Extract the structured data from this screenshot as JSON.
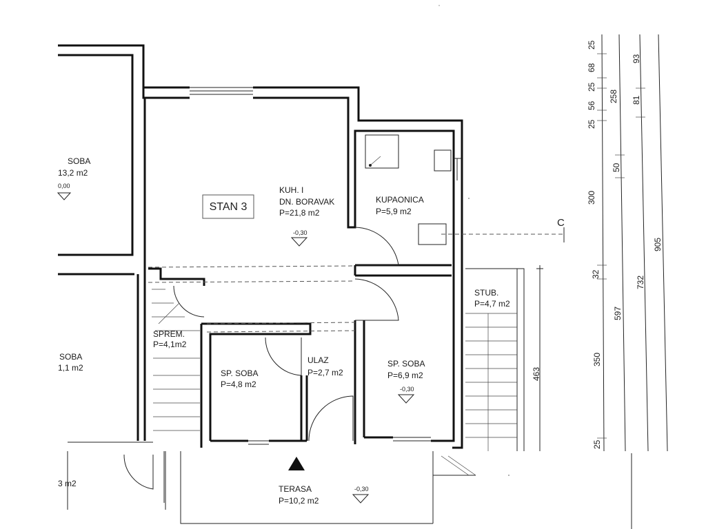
{
  "plan": {
    "unit_label": "STAN 3",
    "section_marker": "C",
    "north_arrow": "north-arrow-icon",
    "rooms": {
      "kitchen_living": {
        "line1": "KUH. I",
        "line2": "DN. BORAVAK",
        "area": "P=21,8 m2",
        "level": "-0,30"
      },
      "bathroom": {
        "name": "KUPAONICA",
        "area": "P=5,9 m2"
      },
      "stairs": {
        "name": "STUB.",
        "area": "P=4,7 m2"
      },
      "storage": {
        "name": "SPREM.",
        "area": "P=4,1m2"
      },
      "bedroom_small": {
        "name": "SP. SOBA",
        "area": "P=4,8 m2"
      },
      "entrance": {
        "name": "ULAZ",
        "area": "P=2,7 m2"
      },
      "bedroom": {
        "name": "SP. SOBA",
        "area": "P=6,9 m2",
        "level": "-0,30"
      },
      "terrace": {
        "name": "TERASA",
        "area": "P=10,2 m2",
        "level": "-0,30"
      },
      "left_room_top": {
        "name": "SOBA",
        "area": "13,2 m2",
        "level": "0,00"
      },
      "left_room_mid": {
        "name": "SOBA",
        "area": "1,1 m2"
      },
      "left_room_bottom": {
        "area": "3 m2"
      }
    },
    "dimensions": {
      "col1": [
        "25",
        "68",
        "25",
        "56",
        "25",
        "300",
        "32",
        "350",
        "25"
      ],
      "col2": [
        "258",
        "50",
        "597"
      ],
      "col3": [
        "93",
        "81",
        "732"
      ],
      "col4": [
        "905"
      ],
      "stair_width": "463"
    }
  }
}
